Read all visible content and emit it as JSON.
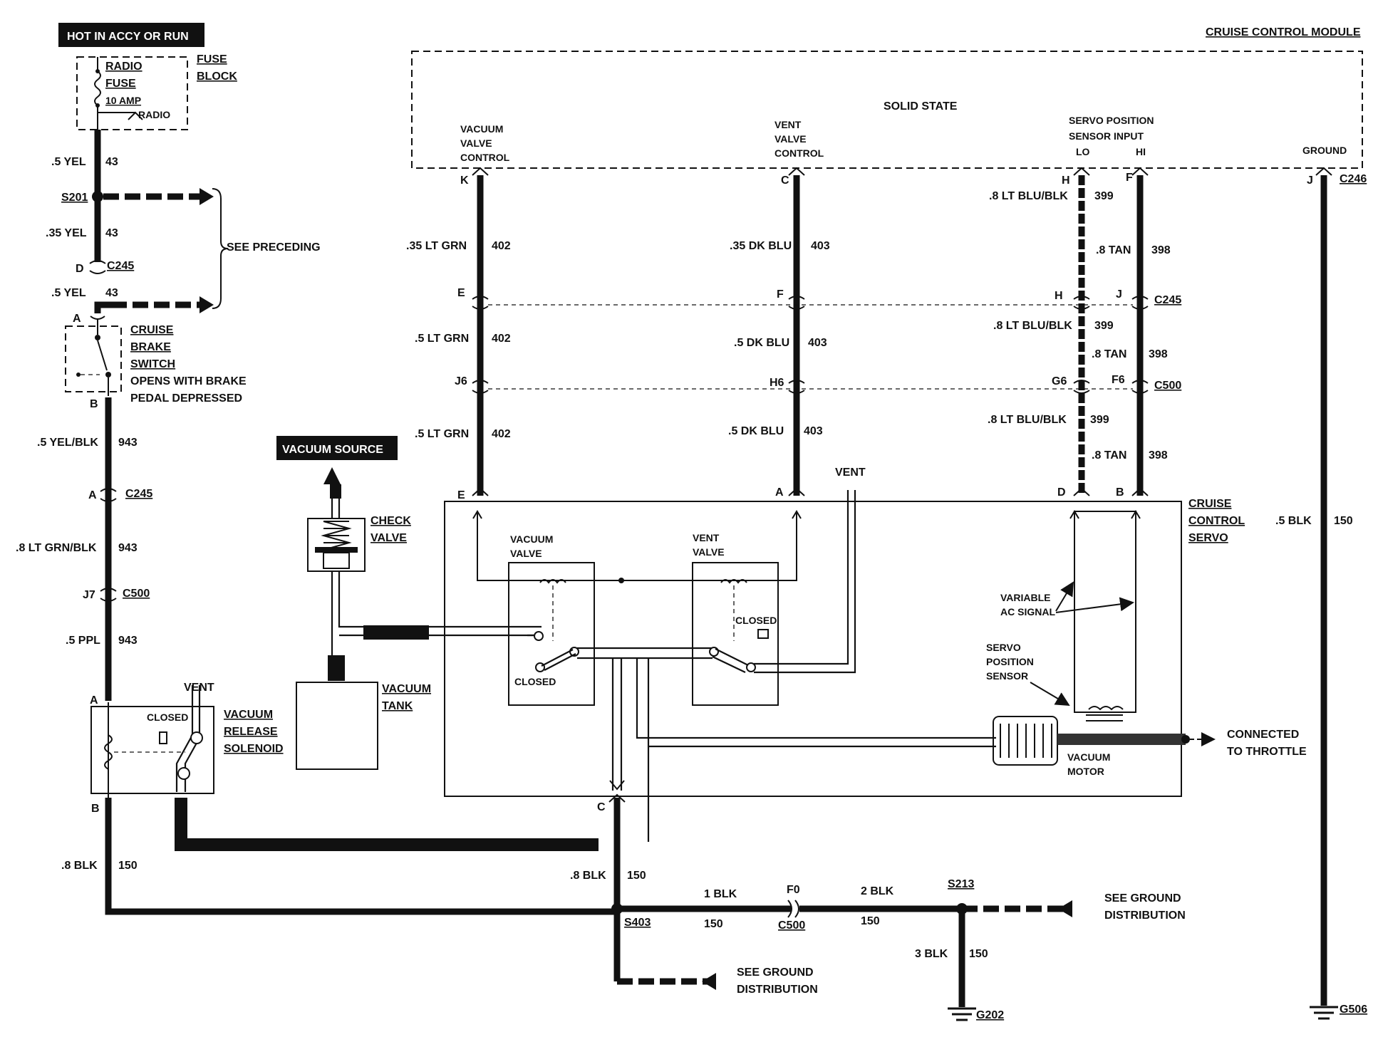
{
  "header": {
    "power_box": "HOT IN ACCY OR RUN",
    "module_title": "CRUISE CONTROL MODULE",
    "module_body": "SOLID STATE",
    "vacuum_source": "VACUUM SOURCE"
  },
  "fuse": {
    "radio": "RADIO",
    "fuse": "FUSE",
    "amp": "10 AMP",
    "radio_tap": "RADIO",
    "fuse_block": [
      "FUSE",
      "BLOCK"
    ]
  },
  "module_pins": {
    "vacuum_ctrl": [
      "VACUUM",
      "VALVE",
      "CONTROL"
    ],
    "vent_ctrl": [
      "VENT",
      "VALVE",
      "CONTROL"
    ],
    "servo_input": [
      "SERVO POSITION",
      "SENSOR INPUT"
    ],
    "lo": "LO",
    "hi": "HI",
    "ground": "GROUND"
  },
  "left_circuit": {
    "w1": ".5 YEL",
    "c1": "43",
    "splice_s201": "S201",
    "w2": ".35 YEL",
    "c2": "43",
    "pin_d": "D",
    "conn_c245": "C245",
    "w3": ".5 YEL",
    "c3": "43",
    "see_preceding": "SEE PRECEDING",
    "pin_a": "A",
    "brake_switch": [
      "CRUISE",
      "BRAKE",
      "SWITCH",
      "OPENS WITH BRAKE",
      "PEDAL DEPRESSED"
    ],
    "pin_b": "B",
    "w4": ".5 YEL/BLK",
    "c4": "943",
    "pin_a2": "A",
    "conn_c245b": "C245",
    "w5": ".8 LT GRN/BLK",
    "c5": "943",
    "pin_j7": "J7",
    "conn_c500": "C500",
    "w6": ".5 PPL",
    "c6": "943",
    "pin_a3": "A",
    "vent": "VENT",
    "closed": "CLOSED",
    "solenoid": [
      "VACUUM",
      "RELEASE",
      "SOLENOID"
    ],
    "pin_b2": "B",
    "w7": ".8 BLK",
    "c7": "150"
  },
  "vacuum": {
    "check_valve": [
      "CHECK",
      "VALVE"
    ],
    "tank": [
      "VACUUM",
      "TANK"
    ]
  },
  "vac_ctrl_wire": {
    "pin_k": "K",
    "w1": ".35 LT GRN",
    "c1": "402",
    "pin_e": "E",
    "w2": ".5 LT GRN",
    "c2": "402",
    "pin_j6": "J6",
    "w3": ".5 LT GRN",
    "c3": "402",
    "pin_e2": "E"
  },
  "vent_ctrl_wire": {
    "pin_c": "C",
    "w1": ".35 DK BLU",
    "c1": "403",
    "pin_f": "F",
    "w2": ".5 DK BLU",
    "c2": "403",
    "pin_h6": "H6",
    "w3": ".5 DK BLU",
    "c3": "403",
    "pin_a": "A"
  },
  "servo_lo_wire": {
    "pin_h": "H",
    "w1": ".8 LT BLU/BLK",
    "c1": "399",
    "pin_h2": "H",
    "w2": ".8 LT BLU/BLK",
    "c2": "399",
    "pin_g6": "G6",
    "w3": ".8 LT BLU/BLK",
    "c3": "399",
    "pin_d": "D"
  },
  "servo_hi_wire": {
    "pin_f": "F",
    "w1": ".8 TAN",
    "c1": "398",
    "pin_j": "J",
    "conn_c245": "C245",
    "w2": ".8 TAN",
    "c2": "398",
    "pin_f6": "F6",
    "conn_c500": "C500",
    "w3": ".8 TAN",
    "c3": "398",
    "pin_b": "B"
  },
  "ground_wire": {
    "pin_j": "J",
    "conn_c246": "C246",
    "w1": ".5 BLK",
    "c1": "150",
    "g506": "G506"
  },
  "servo": {
    "vent_top": "VENT",
    "title": [
      "CRUISE",
      "CONTROL",
      "SERVO"
    ],
    "vacuum_valve": [
      "VACUUM",
      "VALVE"
    ],
    "vent_valve": [
      "VENT",
      "VALVE"
    ],
    "closed_left": "CLOSED",
    "closed_right": "CLOSED",
    "variable_signal": [
      "VARIABLE",
      "AC SIGNAL"
    ],
    "servo_sensor": [
      "SERVO",
      "POSITION",
      "SENSOR"
    ],
    "vacuum_motor": [
      "VACUUM",
      "MOTOR"
    ],
    "throttle": [
      "CONNECTED",
      "TO THROTTLE"
    ],
    "pin_c": "C"
  },
  "ground_circuit": {
    "w1": ".8 BLK",
    "c1": "150",
    "s403": "S403",
    "w2": "1 BLK",
    "c2": "150",
    "pin_f0": "F0",
    "conn_c500": "C500",
    "w3": "2 BLK",
    "c3": "150",
    "s213": "S213",
    "see_ground_right": [
      "SEE GROUND",
      "DISTRIBUTION"
    ],
    "w4": "3 BLK",
    "c4": "150",
    "g202": "G202",
    "see_ground_bottom": [
      "SEE GROUND",
      "DISTRIBUTION"
    ]
  }
}
